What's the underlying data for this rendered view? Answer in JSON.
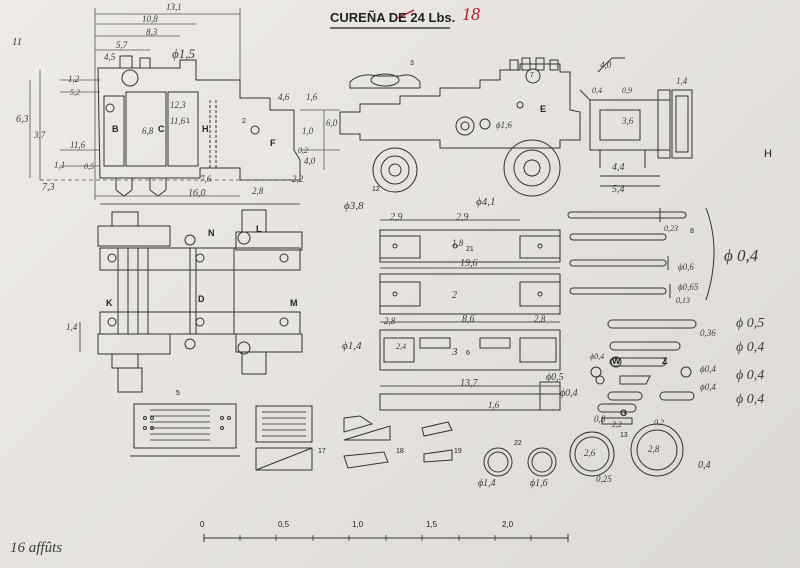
{
  "title": {
    "prefix": "CUREÑA DE ",
    "struck_value": "24",
    "suffix": " Lbs.",
    "handwritten_value": "18"
  },
  "footer_note": "16 affûts",
  "corner_marks": {
    "top_left": "11",
    "right": "H"
  },
  "part_numbers": [
    "3",
    "7",
    "2",
    "1",
    "8",
    "12",
    "21",
    "6",
    "5",
    "17",
    "18",
    "19",
    "22",
    "13"
  ],
  "part_letters": [
    "B",
    "C",
    "H",
    "F",
    "E",
    "L",
    "N",
    "D",
    "K",
    "M",
    "G",
    "W",
    "Z"
  ],
  "dimensions_top_left": [
    "13,1",
    "10,8",
    "8,3",
    "5,7",
    "4,5",
    "1,2",
    "5,2",
    "12,3",
    "11,6",
    "6,8",
    "3,7",
    "6,3",
    "11,6",
    "1,1",
    "0,5",
    "7,3",
    "16,0",
    "7,6",
    "2,8",
    "2,2",
    "4,6",
    "1,6",
    "1,0",
    "6,0",
    "0,2",
    "4,0"
  ],
  "diameters": [
    "ϕ1,5",
    "ϕ3,8",
    "ϕ4,1",
    "ϕ1,6",
    "ϕ1,4",
    "ϕ0,4",
    "ϕ0,5",
    "ϕ0,4",
    "ϕ0,4",
    "ϕ0,4",
    "ϕ0,6",
    "ϕ0,65",
    "ϕ1,4",
    "ϕ1,6"
  ],
  "dimensions_middle": [
    "2,9",
    "2,9",
    "19,6",
    "1,8",
    "2",
    "2,8",
    "8,6",
    "2,8",
    "3",
    "13,7",
    "1,4",
    "1,6",
    "2,4"
  ],
  "dimensions_right": [
    "4,4",
    "5,4",
    "3,6",
    "1,4",
    "4,0",
    "0,9",
    "0,4",
    "0,23",
    "0,13",
    "0,36",
    "0,8",
    "0,2",
    "2,2",
    "2,6",
    "2,8",
    "0,25",
    "0,4"
  ],
  "right_column_diameters": [
    "ϕ 0,4",
    "ϕ 0,5",
    "ϕ 0,4",
    "ϕ 0,4",
    "ϕ 0,4"
  ],
  "scale_bar": {
    "labels": [
      "0",
      "0,5",
      "1,0",
      "1,5",
      "2,0"
    ]
  }
}
